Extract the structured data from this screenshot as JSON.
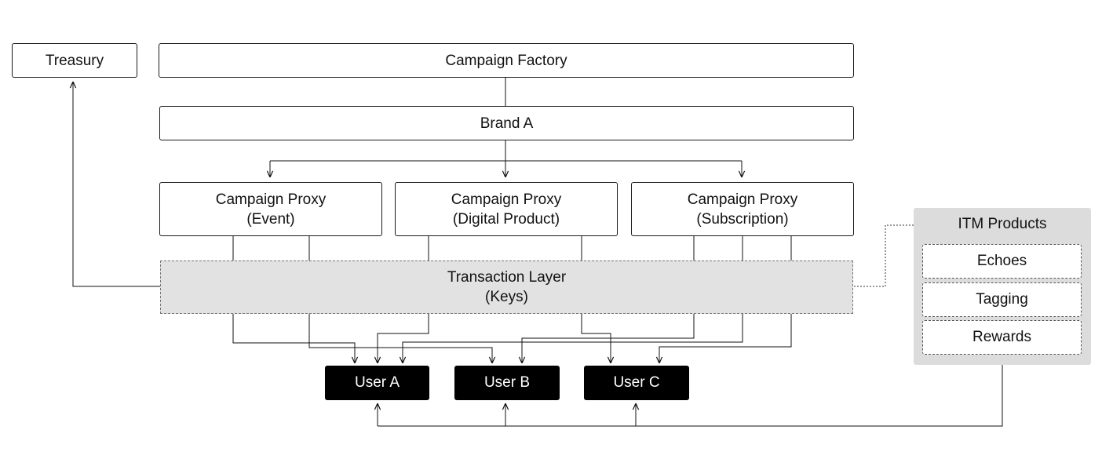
{
  "treasury": "Treasury",
  "factory": "Campaign Factory",
  "brand": "Brand A",
  "proxies": [
    {
      "line1": "Campaign Proxy",
      "line2": "(Event)"
    },
    {
      "line1": "Campaign Proxy",
      "line2": "(Digital Product)"
    },
    {
      "line1": "Campaign Proxy",
      "line2": "(Subscription)"
    }
  ],
  "transaction_layer": {
    "line1": "Transaction Layer",
    "line2": "(Keys)"
  },
  "users": [
    "User A",
    "User B",
    "User C"
  ],
  "itm": {
    "title": "ITM Products",
    "items": [
      "Echoes",
      "Tagging",
      "Rewards"
    ]
  }
}
